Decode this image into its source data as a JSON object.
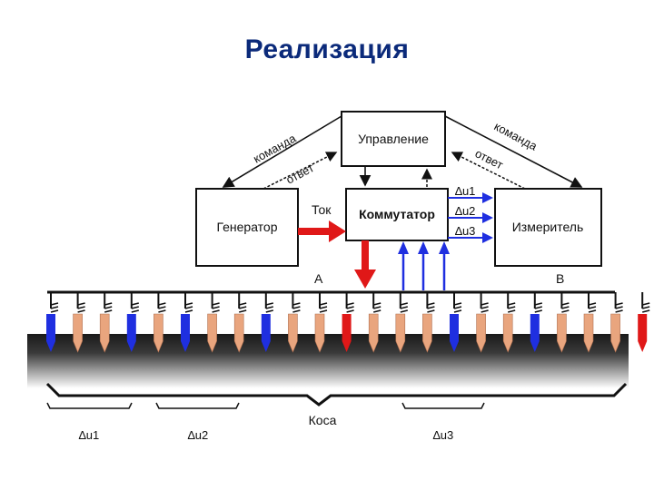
{
  "title": "Реализация",
  "blocks": {
    "control": "Управление",
    "generator": "Генератор",
    "switch": "Коммутатор",
    "meter": "Измеритель"
  },
  "links": {
    "command_left": "команда",
    "response_left": "ответ",
    "command_right": "команда",
    "response_right": "ответ",
    "current": "Ток",
    "du1": "∆u1",
    "du2": "∆u2",
    "du3": "∆u3"
  },
  "points": {
    "a": "A",
    "b": "B"
  },
  "braid": {
    "label": "Коса",
    "groups": [
      "∆u1",
      "∆u2",
      "∆u3"
    ]
  },
  "electrodes": [
    "blue",
    "tan",
    "tan",
    "blue",
    "tan",
    "blue",
    "tan",
    "tan",
    "blue",
    "tan",
    "tan",
    "red",
    "tan",
    "tan",
    "tan",
    "blue",
    "tan",
    "tan",
    "blue",
    "tan",
    "tan",
    "tan",
    "red",
    "tan",
    "tan"
  ],
  "colors": {
    "blue": "#1f2fe0",
    "red": "#e01818",
    "tan": "#e9a57e",
    "title": "#0b2a7a"
  }
}
